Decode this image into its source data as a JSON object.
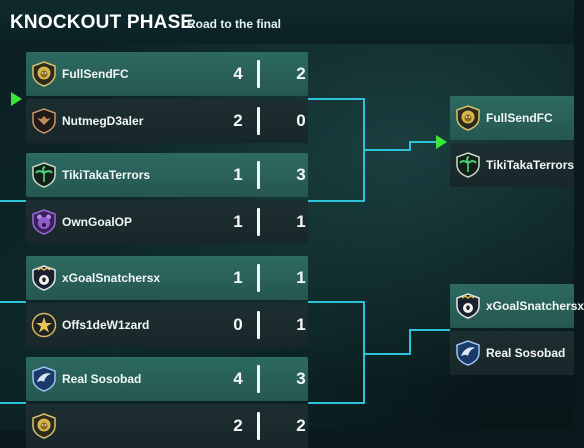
{
  "header": {
    "title": "KNOCKOUT PHASE",
    "subtitle": "Road to the final"
  },
  "colors": {
    "accent_arrow": "#39e639",
    "connector": "#2cc2d8"
  },
  "round1": [
    {
      "name": "FullSendFC",
      "crest": "lion-crest-icon",
      "score1": "4",
      "score2": "2"
    },
    {
      "name": "NutmegD3aler",
      "crest": "hawk-crest-icon",
      "score1": "2",
      "score2": "0"
    },
    {
      "name": "TikiTakaTerrors",
      "crest": "palm-crest-icon",
      "score1": "1",
      "score2": "3"
    },
    {
      "name": "OwnGoalOP",
      "crest": "bear-crest-icon",
      "score1": "1",
      "score2": "1"
    },
    {
      "name": "xGoalSnatchersx",
      "crest": "ball-shield-crest-icon",
      "score1": "1",
      "score2": "1"
    },
    {
      "name": "Offs1deW1zard",
      "crest": "star-crest-icon",
      "score1": "0",
      "score2": "1"
    },
    {
      "name": "Real Sosobad",
      "crest": "bird-crest-icon",
      "score1": "4",
      "score2": "3"
    },
    {
      "name": "",
      "crest": "lion-crest-icon",
      "score1": "2",
      "score2": "2"
    }
  ],
  "round2": [
    {
      "name": "FullSendFC",
      "crest": "lion-crest-icon"
    },
    {
      "name": "TikiTakaTerrors",
      "crest": "palm-crest-icon"
    },
    {
      "name": "xGoalSnatchersx",
      "crest": "ball-shield-crest-icon"
    },
    {
      "name": "Real Sosobad",
      "crest": "bird-crest-icon"
    }
  ]
}
